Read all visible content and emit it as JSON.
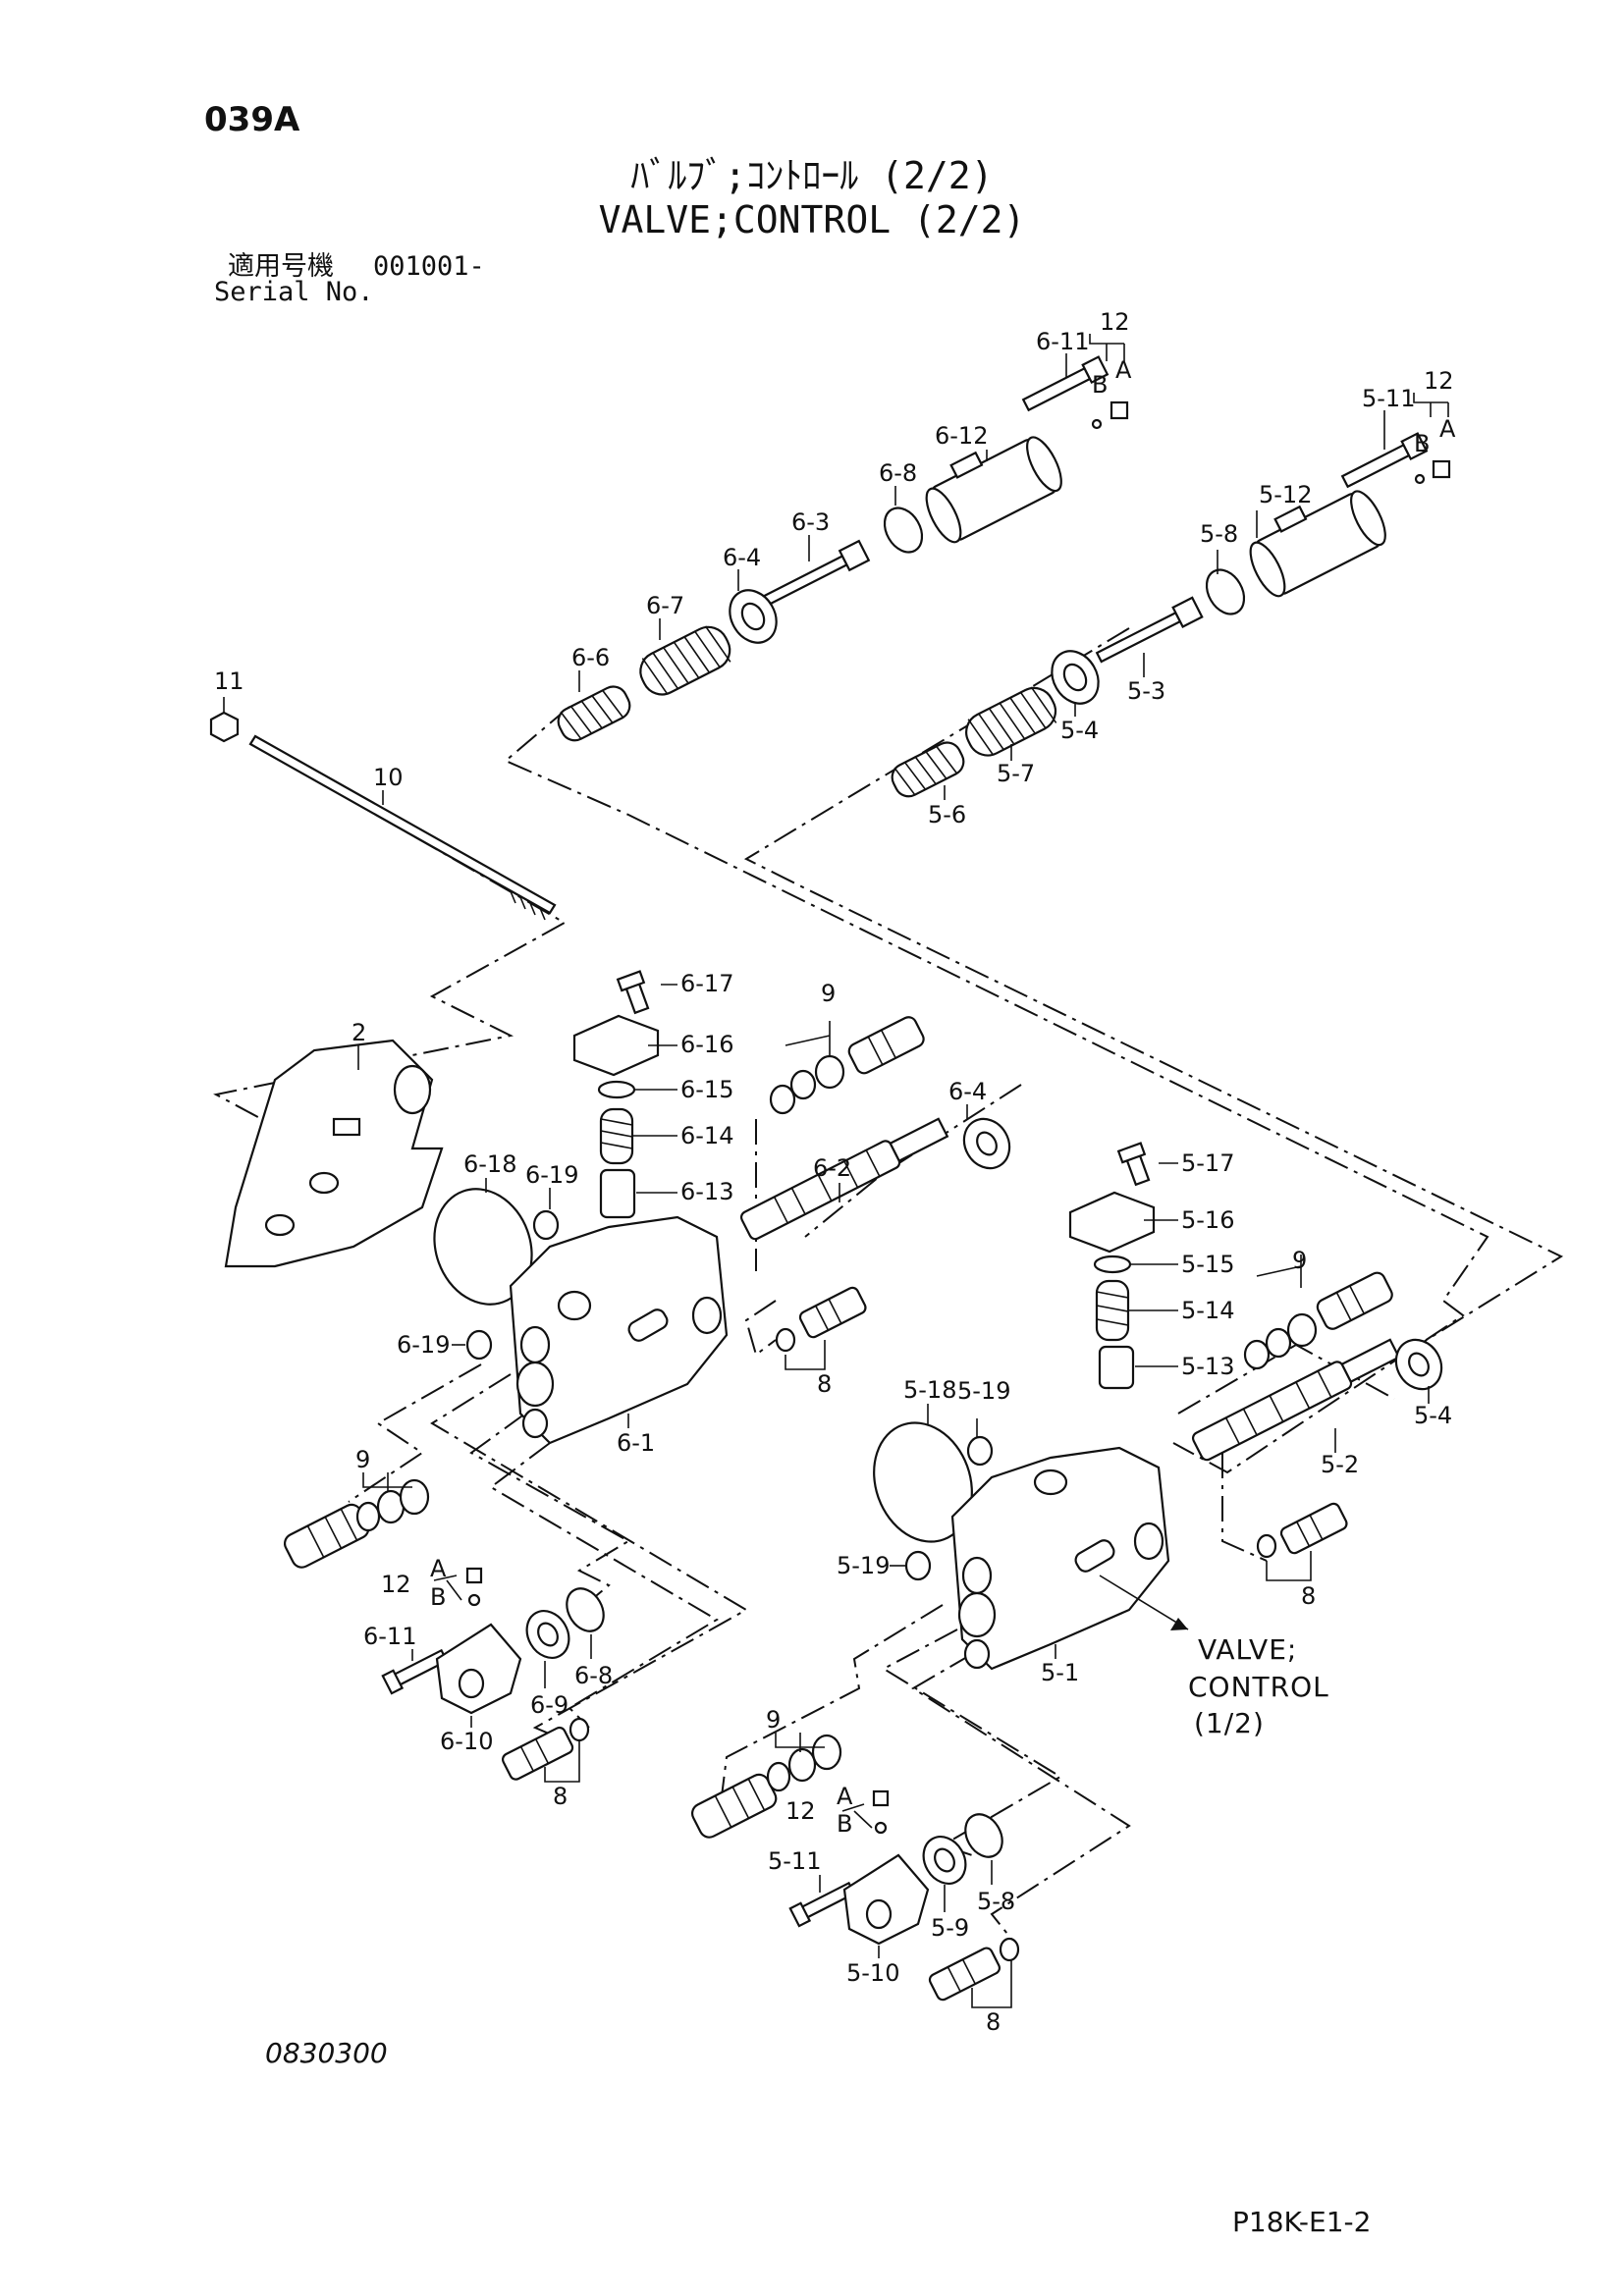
{
  "header": {
    "page_code": "039A",
    "title_ja": "ﾊﾞﾙﾌﾞ;ｺﾝﾄﾛｰﾙ (2/2)",
    "title_en": "VALVE;CONTROL (2/2)",
    "serial_label_ja": "適用号機",
    "serial_value": "001001-",
    "serial_label_en": "Serial No."
  },
  "callouts": {
    "c6_11": "6-11",
    "c6_12": "6-12",
    "c6_8a": "6-8",
    "c6_3": "6-3",
    "c6_4a": "6-4",
    "c6_7": "6-7",
    "c6_6": "6-6",
    "c12a": "12",
    "cBa": "B",
    "cAa": "A",
    "c5_11": "5-11",
    "c5_12": "5-12",
    "c5_8a": "5-8",
    "c5_3": "5-3",
    "c5_4a": "5-4",
    "c5_7": "5-7",
    "c5_6": "5-6",
    "c12b": "12",
    "cBb": "B",
    "cAb": "A",
    "c11": "11",
    "c10": "10",
    "c2": "2",
    "c6_17": "6-17",
    "c6_16": "6-16",
    "c6_15": "6-15",
    "c6_14": "6-14",
    "c6_13": "6-13",
    "c6_18": "6-18",
    "c6_19a": "6-19",
    "c6_19b": "6-19",
    "c6_2": "6-2",
    "c6_4b": "6-4",
    "c9a": "9",
    "c8a": "8",
    "c6_1": "6-1",
    "c9b": "9",
    "c12c": "12",
    "cAc": "A",
    "cBc": "B",
    "c6_11b": "6-11",
    "c6_9": "6-9",
    "c6_8b": "6-8",
    "c6_10": "6-10",
    "c8b": "8",
    "c5_17": "5-17",
    "c5_16": "5-16",
    "c5_15": "5-15",
    "c5_14": "5-14",
    "c5_13": "5-13",
    "c5_18": "5-18",
    "c5_19a": "5-19",
    "c5_19b": "5-19",
    "c5_4b": "5-4",
    "c5_2": "5-2",
    "c9c": "9",
    "c8c": "8",
    "c5_1": "5-1",
    "c9d": "9",
    "c12d": "12",
    "cAd": "A",
    "cBd": "B",
    "c5_11b": "5-11",
    "c5_9": "5-9",
    "c5_8b": "5-8",
    "c5_10": "5-10",
    "c8d": "8"
  },
  "note": {
    "line1": "VALVE;",
    "line2": "CONTROL",
    "line3": "(1/2)"
  },
  "footer": {
    "drawing_no": "0830300",
    "page_ref": "P18K-E1-2"
  }
}
